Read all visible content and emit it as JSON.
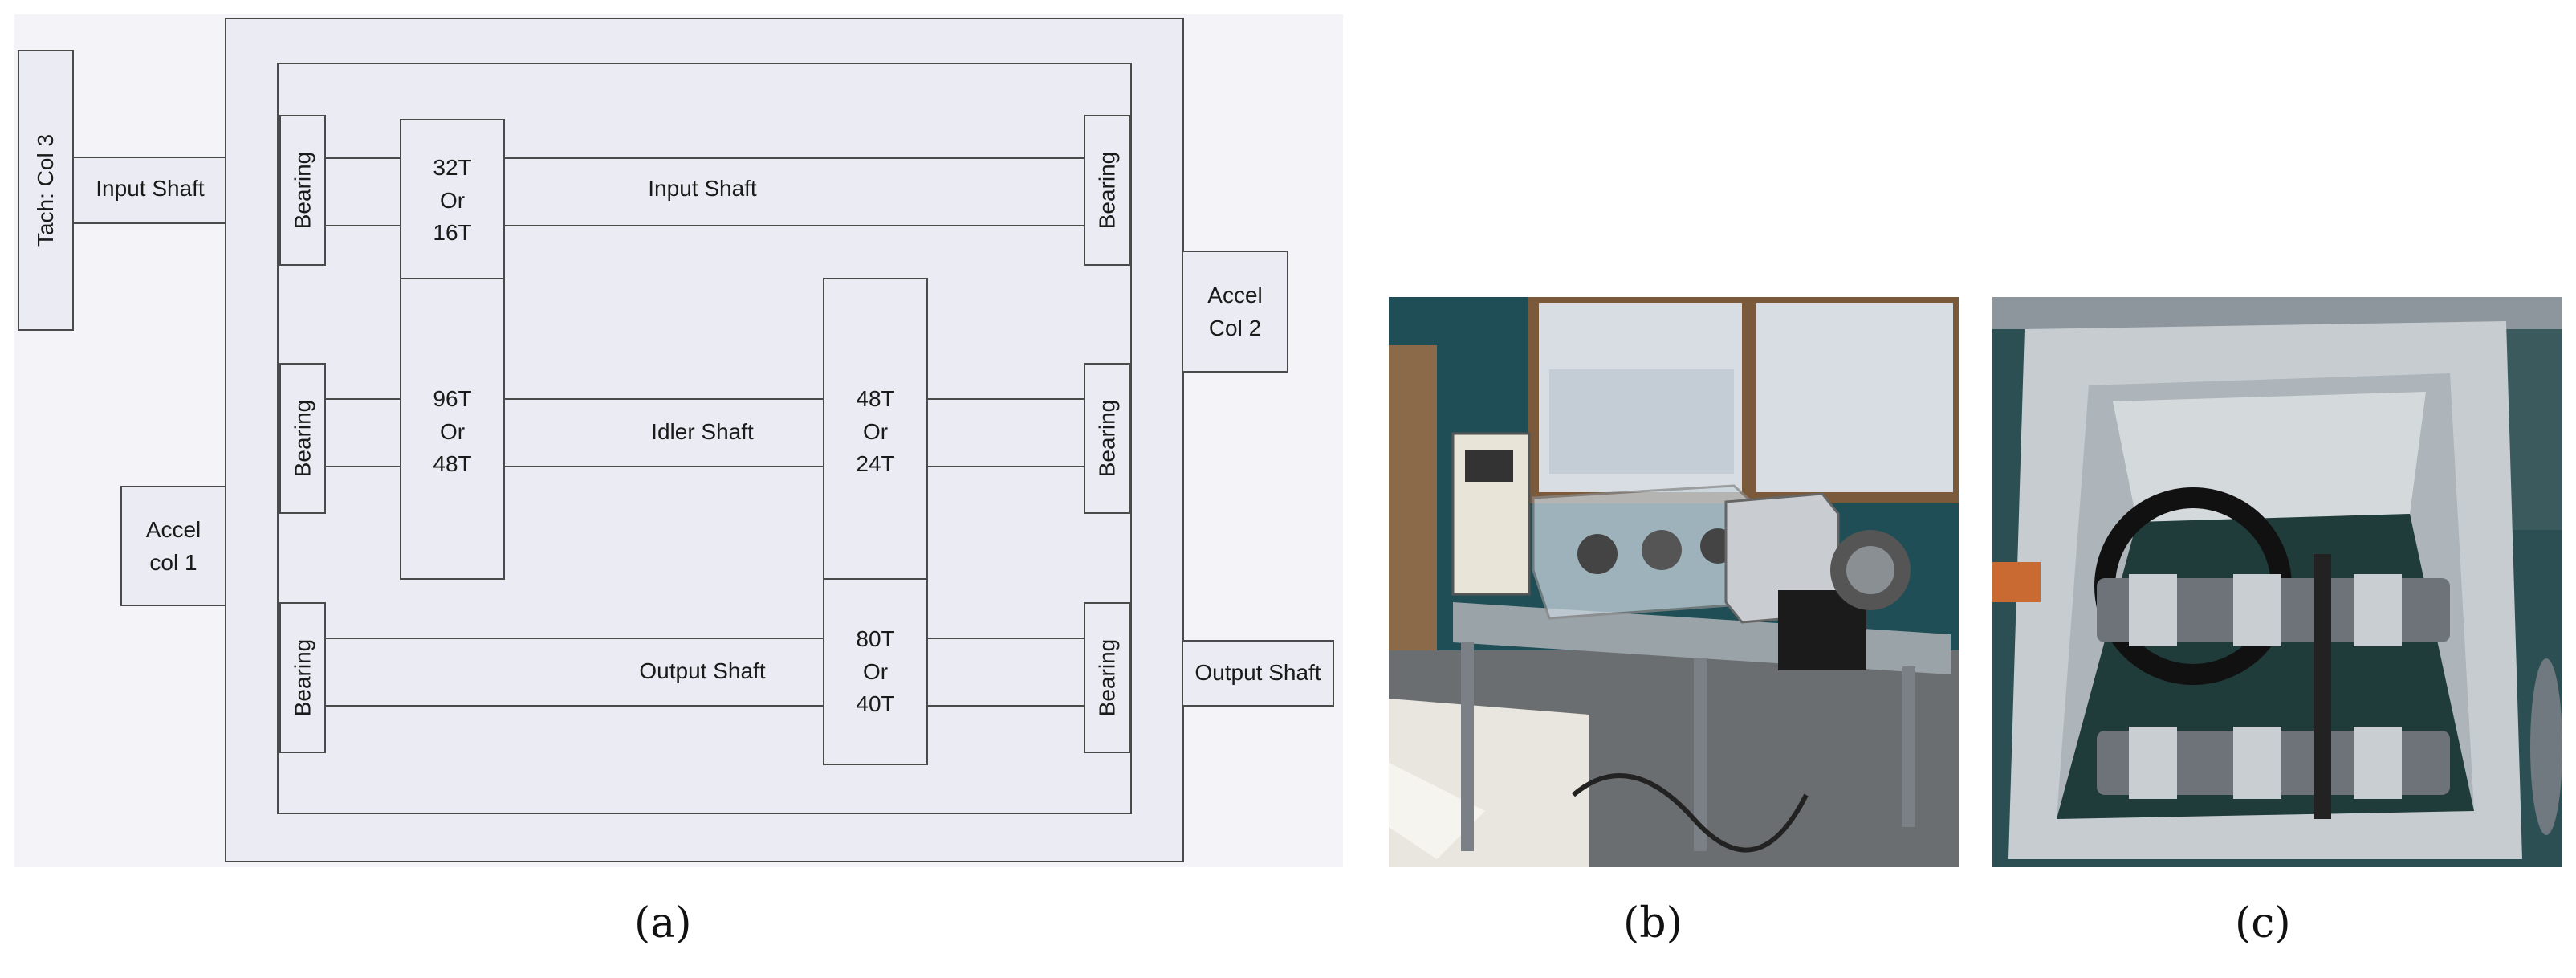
{
  "diagram": {
    "tach": "Tach: Col 3",
    "input_shaft_external": "Input Shaft",
    "accel_col_1": [
      "Accel",
      "col 1"
    ],
    "accel_col_2": [
      "Accel",
      "Col 2"
    ],
    "output_shaft_external": "Output Shaft",
    "bearing": "Bearing",
    "gear_32": [
      "32T",
      "Or",
      "16T"
    ],
    "gear_96": [
      "96T",
      "Or",
      "48T"
    ],
    "gear_48": [
      "48T",
      "Or",
      "24T"
    ],
    "gear_80": [
      "80T",
      "Or",
      "40T"
    ],
    "input_shaft": "Input Shaft",
    "idler_shaft": "Idler Shaft",
    "output_shaft": "Output Shaft"
  },
  "captions": {
    "a": "(a)",
    "b": "(b)",
    "c": "(c)"
  }
}
